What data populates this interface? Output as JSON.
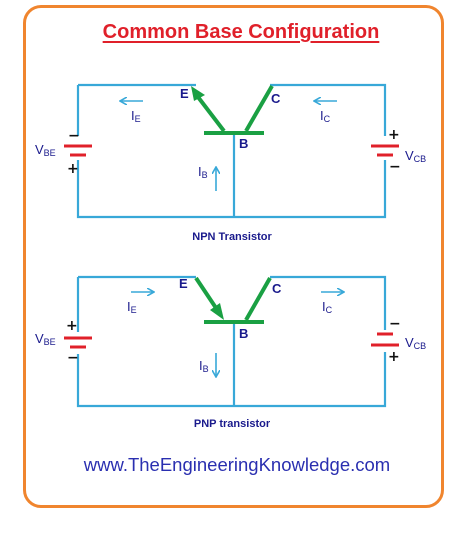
{
  "title": "Common Base Configuration",
  "website": "www.TheEngineeringKnowledge.com",
  "colors": {
    "frame": "#f0852e",
    "title": "#e0202a",
    "wire": "#38a8d8",
    "transistor": "#1aa043",
    "battery": "#e0202a",
    "label": "#1a1a8c",
    "website": "#2a2fb0"
  },
  "npn": {
    "caption": "NPN Transistor",
    "emitter": "E",
    "collector": "C",
    "base": "B",
    "ie": "I",
    "ie_sub": "E",
    "ic": "I",
    "ic_sub": "C",
    "ib": "I",
    "ib_sub": "B",
    "vbe": "V",
    "vbe_sub": "BE",
    "vcb": "V",
    "vcb_sub": "CB",
    "vbe_top_sign": "−",
    "vbe_bottom_sign": "+",
    "vcb_top_sign": "+",
    "vcb_bottom_sign": "−"
  },
  "pnp": {
    "caption": "PNP transistor",
    "emitter": "E",
    "collector": "C",
    "base": "B",
    "ie": "I",
    "ie_sub": "E",
    "ic": "I",
    "ic_sub": "C",
    "ib": "I",
    "ib_sub": "B",
    "vbe": "V",
    "vbe_sub": "BE",
    "vcb": "V",
    "vcb_sub": "CB",
    "vbe_top_sign": "+",
    "vbe_bottom_sign": "−",
    "vcb_top_sign": "−",
    "vcb_bottom_sign": "+"
  }
}
